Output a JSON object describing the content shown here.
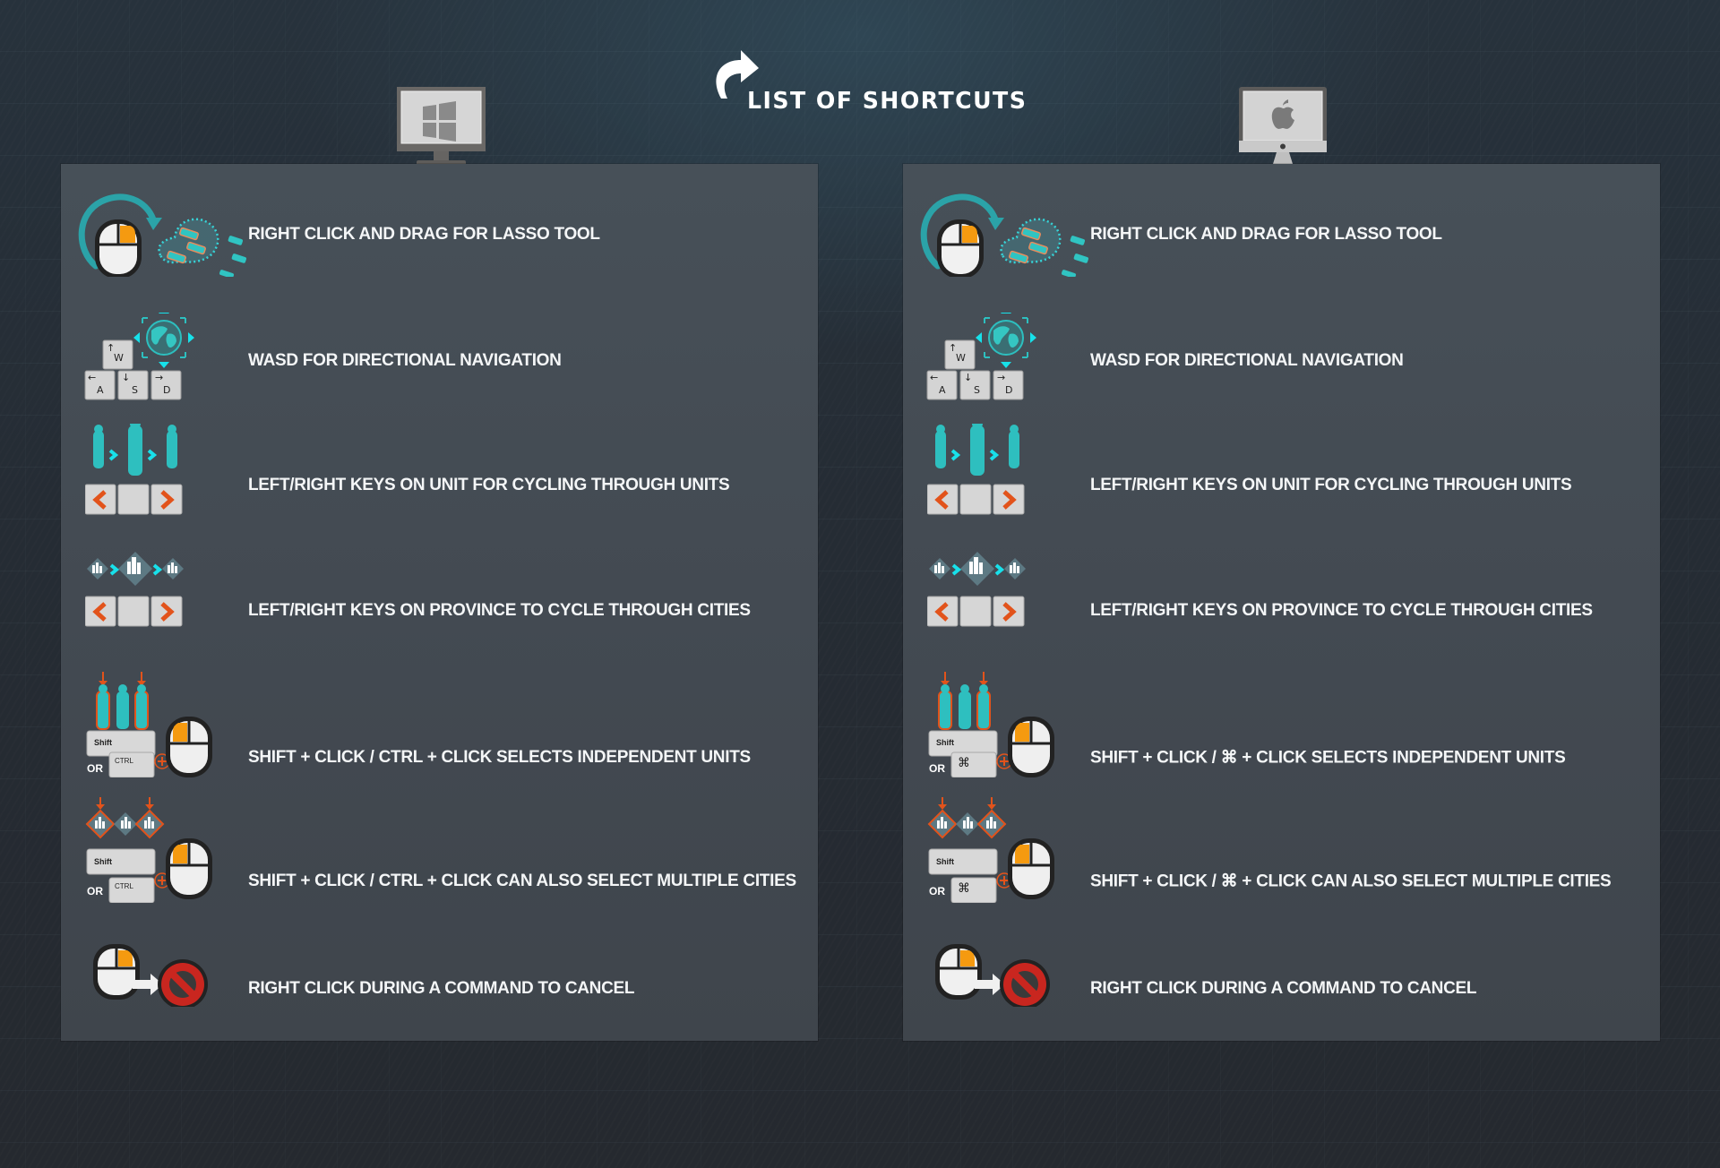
{
  "header": {
    "title": "LIST OF SHORTCUTS",
    "title_icon": "curved-arrow-icon"
  },
  "platforms": {
    "windows": {
      "icon": "windows-monitor-icon",
      "rows": [
        {
          "icon": "lasso-mouse-icon",
          "label": "RIGHT CLICK AND DRAG FOR LASSO TOOL"
        },
        {
          "icon": "wasd-globe-icon",
          "label": "WASD FOR DIRECTIONAL NAVIGATION"
        },
        {
          "icon": "unit-cycle-arrow-keys-icon",
          "label": "LEFT/RIGHT KEYS ON UNIT FOR CYCLING THROUGH UNITS"
        },
        {
          "icon": "city-cycle-arrow-keys-icon",
          "label": "LEFT/RIGHT KEYS ON PROVINCE TO CYCLE THROUGH CITIES"
        },
        {
          "icon": "shift-ctrl-click-units-icon",
          "label": "SHIFT + CLICK  / CTRL + CLICK SELECTS INDEPENDENT UNITS",
          "keys": {
            "primary": "Shift",
            "or": "OR",
            "secondary": "CTRL"
          }
        },
        {
          "icon": "shift-ctrl-click-cities-icon",
          "label": "SHIFT + CLICK  /  CTRL + CLICK CAN ALSO SELECT MULTIPLE CITIES",
          "keys": {
            "primary": "Shift",
            "or": "OR",
            "secondary": "CTRL"
          }
        },
        {
          "icon": "right-click-cancel-icon",
          "label": "RIGHT CLICK DURING A COMMAND TO CANCEL"
        }
      ]
    },
    "mac": {
      "icon": "mac-monitor-icon",
      "rows": [
        {
          "icon": "lasso-mouse-icon",
          "label": "RIGHT CLICK AND DRAG FOR LASSO TOOL"
        },
        {
          "icon": "wasd-globe-icon",
          "label": "WASD FOR DIRECTIONAL NAVIGATION"
        },
        {
          "icon": "unit-cycle-arrow-keys-icon",
          "label": "LEFT/RIGHT KEYS ON UNIT FOR CYCLING THROUGH UNITS"
        },
        {
          "icon": "city-cycle-arrow-keys-icon",
          "label": "LEFT/RIGHT KEYS ON PROVINCE TO CYCLE THROUGH CITIES"
        },
        {
          "icon": "shift-cmd-click-units-icon",
          "label": "SHIFT + CLICK  /  ⌘ + CLICK SELECTS INDEPENDENT UNITS",
          "keys": {
            "primary": "Shift",
            "or": "OR",
            "secondary": "⌘"
          }
        },
        {
          "icon": "shift-cmd-click-cities-icon",
          "label": "SHIFT + CLICK  /  ⌘ + CLICK CAN ALSO SELECT MULTIPLE CITIES",
          "keys": {
            "primary": "Shift",
            "or": "OR",
            "secondary": "⌘"
          }
        },
        {
          "icon": "right-click-cancel-icon",
          "label": "RIGHT CLICK DURING A COMMAND TO CANCEL"
        }
      ]
    }
  },
  "keycaps": {
    "w": "W",
    "a": "A",
    "s": "S",
    "d": "D"
  },
  "colors": {
    "accent_orange": "#f08a12",
    "accent_red_orange": "#e2531b",
    "accent_teal": "#2ec8cf",
    "cancel_red": "#c9261f",
    "panel_bg": "#454c54",
    "page_bg": "#262d35"
  }
}
